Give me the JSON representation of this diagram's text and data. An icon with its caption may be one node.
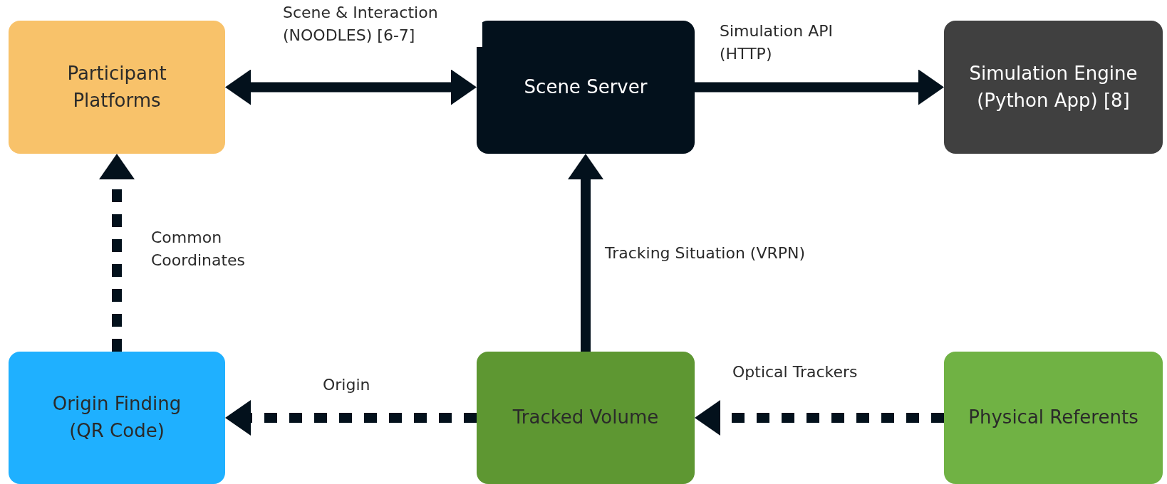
{
  "diagram": {
    "nodes": [
      {
        "text": [
          "Participant Platforms"
        ]
      },
      {
        "text": [
          "Scene Server"
        ]
      },
      {
        "text": [
          "Simulation Engine (Python App) [8]"
        ]
      },
      {
        "text": [
          "Origin Finding (QR Code)"
        ]
      },
      {
        "text": [
          "Tracked Volume"
        ]
      },
      {
        "text": [
          "Physical Referents"
        ]
      }
    ],
    "edges": [
      {
        "from": 0,
        "to": 1,
        "arrow": "both",
        "label": "Scene & Interaction (NOODLES) [6-7]"
      },
      {
        "from": 1,
        "to": 2,
        "arrow": "to",
        "label": "Simulation API (HTTP)"
      },
      {
        "from": 3,
        "to": 0,
        "arrow": "to",
        "style": "dashed",
        "label": "Common Coordinates"
      },
      {
        "from": 4,
        "to": 1,
        "arrow": "to",
        "label": "Tracking Situation (VRPN)"
      },
      {
        "from": 4,
        "to": 3,
        "arrow": "to",
        "style": "dashed",
        "label": "Origin"
      },
      {
        "from": 5,
        "to": 4,
        "arrow": "to",
        "style": "dashed",
        "label": "Optical Trackers"
      }
    ]
  }
}
